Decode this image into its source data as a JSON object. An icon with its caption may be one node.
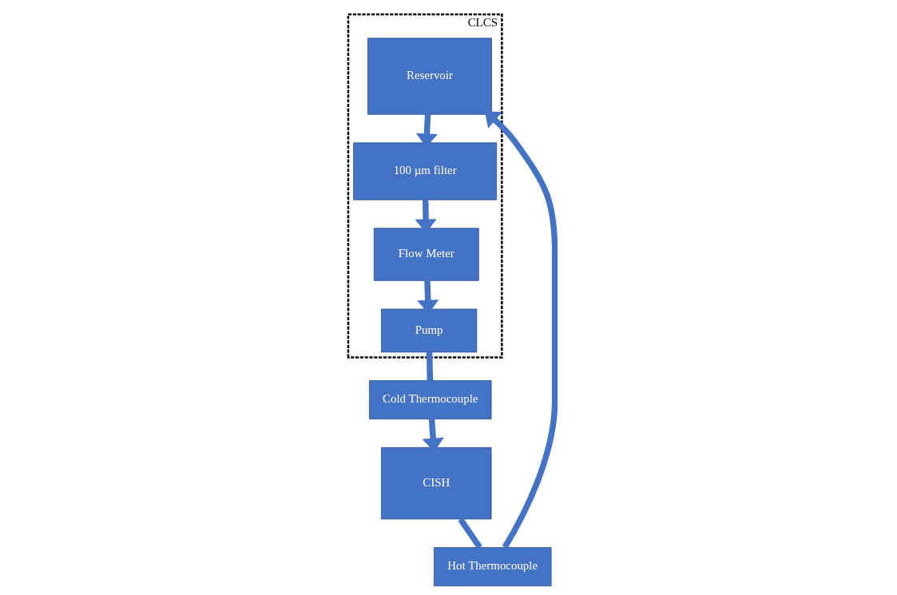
{
  "diagram": {
    "nodes": [
      {
        "text": [
          "CLCS"
        ]
      },
      {
        "text": [
          "Reservoir"
        ],
        "in": 0
      },
      {
        "text": [
          "100 µm filter"
        ],
        "in": 0
      },
      {
        "text": [
          "Flow Meter"
        ],
        "in": 0
      },
      {
        "text": [
          "Pump"
        ],
        "in": 0
      },
      {
        "text": [
          "Hot Thermocouple"
        ]
      },
      {
        "text": [
          "CISH"
        ]
      },
      {
        "text": [
          "Cold Thermocouple"
        ]
      }
    ],
    "edges": [
      {
        "from": 1,
        "to": 2,
        "arrow": "to"
      },
      {
        "from": 2,
        "to": 3,
        "arrow": "to"
      },
      {
        "from": 3,
        "to": 4,
        "arrow": "to"
      },
      {
        "from": 4,
        "to": 7,
        "arrow": "none"
      },
      {
        "from": 7,
        "to": 6,
        "arrow": "to"
      },
      {
        "from": 6,
        "to": 5,
        "arrow": "none"
      },
      {
        "from": 5,
        "to": 1,
        "arrow": "to"
      }
    ]
  }
}
